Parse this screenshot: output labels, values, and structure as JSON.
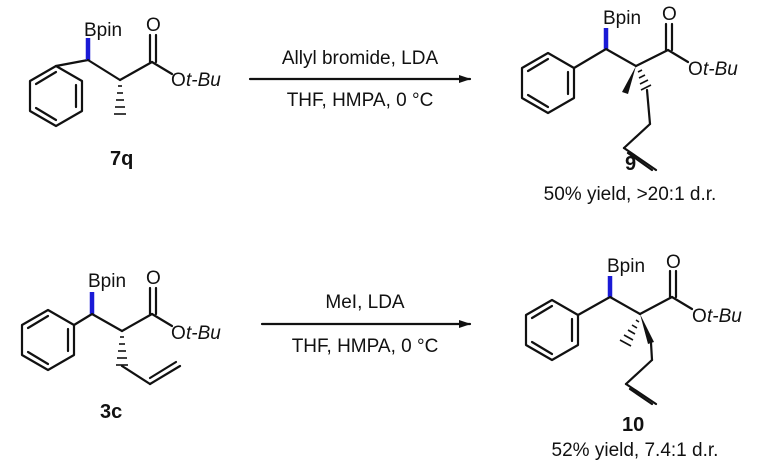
{
  "reactions": [
    {
      "reactant": {
        "label": "7q",
        "boron": "Bpin",
        "carbonyl_o": "O",
        "ester_o": "O",
        "ester_tail": "t-Bu"
      },
      "reagents_top": "Allyl bromide, LDA",
      "reagents_bottom": "THF, HMPA, 0 °C",
      "product": {
        "label": "9",
        "boron": "Bpin",
        "carbonyl_o": "O",
        "ester_o": "O",
        "ester_tail": "t-Bu",
        "result": "50% yield, >20:1 d.r."
      }
    },
    {
      "reactant": {
        "label": "3c",
        "boron": "Bpin",
        "carbonyl_o": "O",
        "ester_o": "O",
        "ester_tail": "t-Bu"
      },
      "reagents_top": "MeI, LDA",
      "reagents_bottom": "THF, HMPA, 0 °C",
      "product": {
        "label": "10",
        "boron": "Bpin",
        "carbonyl_o": "O",
        "ester_o": "O",
        "ester_tail": "t-Bu",
        "result": "52% yield, 7.4:1 d.r."
      }
    }
  ],
  "colors": {
    "ink": "#111111",
    "bold_bond": "#1a1ad6"
  }
}
